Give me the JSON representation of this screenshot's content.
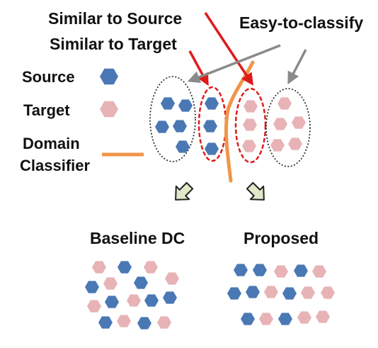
{
  "labels": {
    "similar_to_source": "Similar to Source",
    "similar_to_target": "Similar to Target",
    "easy_to_classify": "Easy-to-classify",
    "source": "Source",
    "target": "Target",
    "domain": "Domain",
    "classifier": "Classifier",
    "baseline_dc": "Baseline DC",
    "proposed": "Proposed"
  },
  "colors": {
    "source": "#4a78b5",
    "target": "#e8b3b6",
    "classifier_line": "#f0954a",
    "red_arrow": "#e01a1a",
    "gray_arrow": "#8a8a8a",
    "red_ellipse": "#e01a1a",
    "dotted_ellipse": "#333333",
    "move_arrow_fill": "#dfe9c9",
    "move_arrow_stroke": "#222222"
  },
  "icons": {
    "legend_source": "hexagon-icon",
    "legend_target": "hexagon-icon",
    "move_arrow": "down-arrow-icon"
  }
}
